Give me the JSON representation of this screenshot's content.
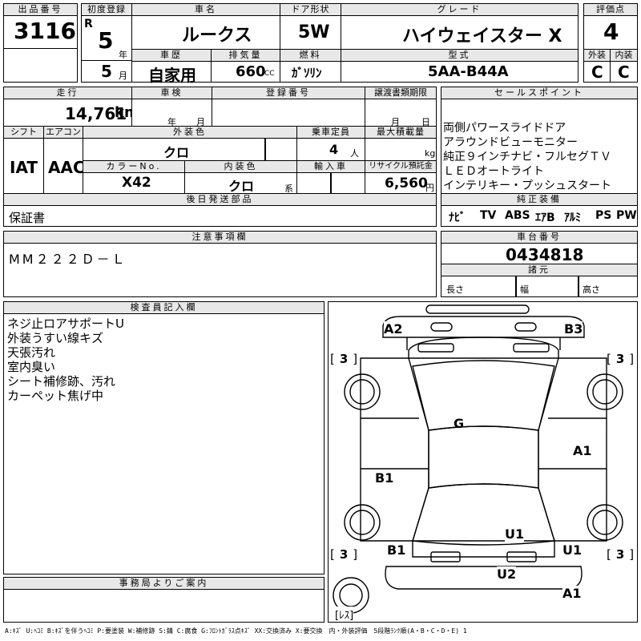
{
  "header": {
    "lot_no_label": "出品番号",
    "lot_no": "3116",
    "first_reg_label": "初度登録",
    "era": "R",
    "year": "5",
    "year_unit": "年",
    "month": "5",
    "month_unit": "月",
    "car_name_label": "車名",
    "car_name": "ルークス",
    "door_label": "ドア形状",
    "door": "5W",
    "grade_label": "グレード",
    "grade": "ハイウェイスター X",
    "score_label": "評価点",
    "score": "4",
    "history_label": "車歴",
    "history": "自家用",
    "displacement_label": "排気量",
    "displacement": "660",
    "cc": "CC",
    "fuel_label": "燃料",
    "fuel": "ｶﾞｿﾘﾝ",
    "model_label": "型式",
    "model": "5AA-B44A",
    "ext_label": "外装",
    "int_label": "内装",
    "ext_score": "C",
    "int_score": "C"
  },
  "row2": {
    "mileage_label": "走行",
    "mileage": "14,761",
    "km": "km",
    "inspection_label": "車検",
    "insp_year": "年",
    "insp_month": "月",
    "regno_label": "登録番号",
    "transfer_label": "譲渡書類期限",
    "transfer_month": "月",
    "transfer_day": "日",
    "shift_label": "シフト",
    "shift": "IAT",
    "ac_label": "エアコン",
    "ac": "AAC",
    "color_label": "外装色",
    "color": "クロ",
    "capacity_label": "乗車定員",
    "capacity": "4",
    "capacity_unit": "人",
    "load_label": "最大積載量",
    "load_unit": "kg",
    "colorno_label": "カラーNo.",
    "colorno": "X42",
    "intcolor_label": "内装色",
    "intcolor": "クロ",
    "intcolor_unit": "系",
    "import_label": "輸入車",
    "recycle_label": "リサイクル預託金",
    "recycle": "6,560",
    "recycle_unit": "円",
    "later_label": "後日発送部品",
    "later": "保証書"
  },
  "sales": {
    "label": "セールスポイント",
    "points": [
      "両側パワースライドドア",
      "アラウンドビューモニター",
      "純正９インチナビ・フルセグＴＶ",
      "ＬＥＤオートライト",
      "インテリキー・プッシュスタート"
    ],
    "equip_label": "純正装備",
    "equip": [
      "ﾅﾋﾞ",
      "TV",
      "ABS",
      "ｴｱB",
      "ｱﾙﾐ",
      "PS",
      "PW"
    ]
  },
  "notes": {
    "label": "注意事項欄",
    "text": "MM２２２Ｄ－Ｌ"
  },
  "chassis": {
    "label": "車台番号",
    "number": "0434818",
    "spec_label": "諸元",
    "length": "長さ",
    "width": "幅",
    "height": "高さ"
  },
  "inspector": {
    "label": "検査員記入欄",
    "lines": [
      "ネジ止ロアサポートU",
      "外装うすい線キズ",
      "天張汚れ",
      "室内臭い",
      "シート補修跡、汚れ",
      "カーペット焦げ中"
    ]
  },
  "office": {
    "label": "事務局よりご案内"
  },
  "diagram": {
    "marks": [
      "A2",
      "B3",
      "G",
      "A1",
      "B1",
      "U1",
      "B1",
      "U1",
      "U2",
      "A1"
    ],
    "tires": [
      "3",
      "3",
      "3",
      "3"
    ],
    "tire_open": "[",
    "tire_close": "]",
    "spare": "ﾚｽ"
  },
  "legend": "A:ｷｽﾞ U:ﾍｺﾐ B:ｷｽﾞを伴うﾍｺﾐ P:要塗装 W:補修跡 S:錆 C:腐食 G:ﾌﾛﾝﾄｶﾞﾗｽ点ｷｽﾞ XX:交換済み X:要交換　内・外装評価　5段階ﾗﾝｸ順(A・B・C・D・E) 1"
}
